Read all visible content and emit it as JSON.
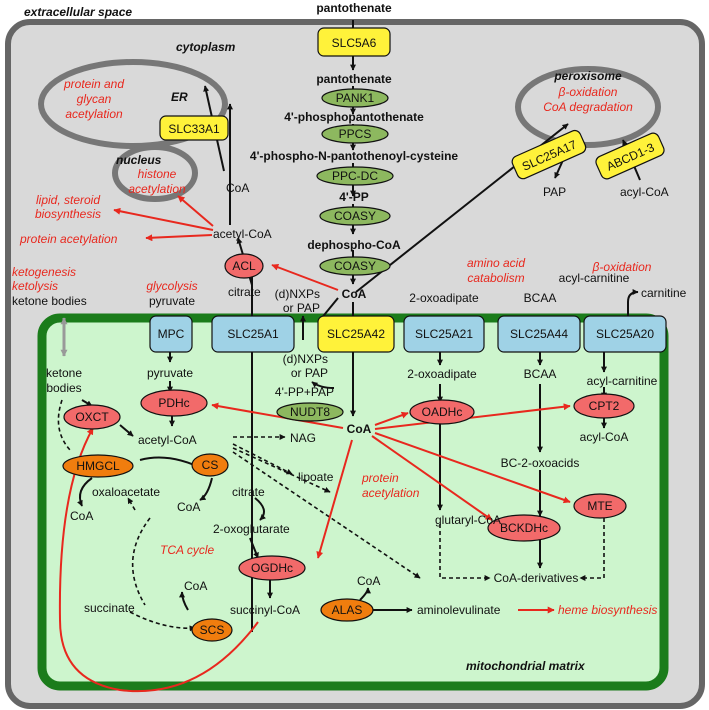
{
  "compartments": {
    "extracellular": "extracellular space",
    "cytoplasm": "cytoplasm",
    "er": "ER",
    "nucleus": "nucleus",
    "peroxisome": "peroxisome",
    "matrix": "mitochondrial matrix"
  },
  "transporters": {
    "slc5a6": "SLC5A6",
    "slc33a1": "SLC33A1",
    "slc25a17": "SLC25A17",
    "abcd": "ABCD1-3",
    "mpc": "MPC",
    "slc25a1": "SLC25A1",
    "slc25a42": "SLC25A42",
    "slc25a21": "SLC25A21",
    "slc25a44": "SLC25A44",
    "slc25a20": "SLC25A20"
  },
  "enzymes": {
    "pank1": "PANK1",
    "ppcs": "PPCS",
    "ppcdc": "PPC-DC",
    "coasy1": "COASY",
    "coasy2": "COASY",
    "acl": "ACL",
    "nudt8": "NUDT8",
    "pdhc": "PDHc",
    "oxct": "OXCT",
    "hmgcl": "HMGCL",
    "cs": "CS",
    "oadhc": "OADHc",
    "cpt2": "CPT2",
    "mte": "MTE",
    "bckdhc": "BCKDHc",
    "ogdhc": "OGDHc",
    "alas": "ALAS",
    "scs": "SCS"
  },
  "metabolites": {
    "pantothenate_top": "pantothenate",
    "pantothenate": "pantothenate",
    "phosphopantothenate": "4'-phosphopantothenate",
    "ppc": "4'-phospho-N-pantothenoyl-cysteine",
    "pp": "4'-PP",
    "dephospho": "dephospho-CoA",
    "coa_cyto": "CoA",
    "coa_er": "CoA",
    "acetylcoa_cyto": "acetyl-CoA",
    "citrate_cyto": "citrate",
    "nxps_cyto_1": "(d)NXPs",
    "nxps_cyto_2": "or PAP",
    "pap_perox": "PAP",
    "acylcoa_perox": "acyl-CoA",
    "oxoadipate_cyto": "2-oxoadipate",
    "bcaa_cyto": "BCAA",
    "acylcarnitine_cyto": "acyl-carnitine",
    "carnitine": "carnitine",
    "pyruvate_cyto": "pyruvate",
    "ketone_cyto": "ketone bodies",
    "ketone_mito_1": "ketone",
    "ketone_mito_2": "bodies",
    "pyruvate_mito": "pyruvate",
    "nxps_mito_1": "(d)NXPs",
    "nxps_mito_2": "or PAP",
    "pp_pap": "4'-PP+PAP",
    "coa_mito": "CoA",
    "acetylcoa_mito": "acetyl-CoA",
    "nag": "NAG",
    "oxaloacetate": "oxaloacetate",
    "coa_hmgcl": "CoA",
    "coa_cs": "CoA",
    "citrate_mito": "citrate",
    "lipoate": "lipoate",
    "oxoglutarate": "2-oxoglutarate",
    "oxoadipate_mito": "2-oxoadipate",
    "bcaa_mito": "BCAA",
    "bc_oxoacids": "BC-2-oxoacids",
    "acylcarnitine_mito": "acyl-carnitine",
    "acylcoa_mito": "acyl-CoA",
    "glutarylcoa": "glutaryl-CoA",
    "coa_derivatives": "CoA-derivatives",
    "succinate": "succinate",
    "coa_scs": "CoA",
    "succinylcoa": "succinyl-CoA",
    "coa_alas": "CoA",
    "aminolevulinate": "aminolevulinate"
  },
  "processes": {
    "er_1": "protein and",
    "er_2": "glycan",
    "er_3": "acetylation",
    "nucleus_1": "histone",
    "nucleus_2": "acetylation",
    "lipid_1": "lipid, steroid",
    "lipid_2": "biosynthesis",
    "protein_acet_cyto": "protein acetylation",
    "perox_1": "β-oxidation",
    "perox_2": "CoA degradation",
    "ketogenesis": "ketogenesis",
    "ketolysis": "ketolysis",
    "glycolysis": "glycolysis",
    "aa_cat_1": "amino acid",
    "aa_cat_2": "catabolism",
    "beta_ox": "β-oxidation",
    "protein_acet_mito_1": "protein",
    "protein_acet_mito_2": "acetylation",
    "tca": "TCA cycle",
    "heme": "heme biosynthesis"
  },
  "colors": {
    "cell_fill": "#d9d9d9",
    "cell_border": "#666666",
    "matrix_fill": "#cdf5cd",
    "matrix_border": "#1b7c1b",
    "transporter_yellow": "#fff23a",
    "transporter_blue": "#9fd2e6",
    "enzyme_green": "#8db85f",
    "enzyme_red": "#f26a6a",
    "enzyme_orange": "#f07d0e",
    "process_red": "#e8281e"
  }
}
